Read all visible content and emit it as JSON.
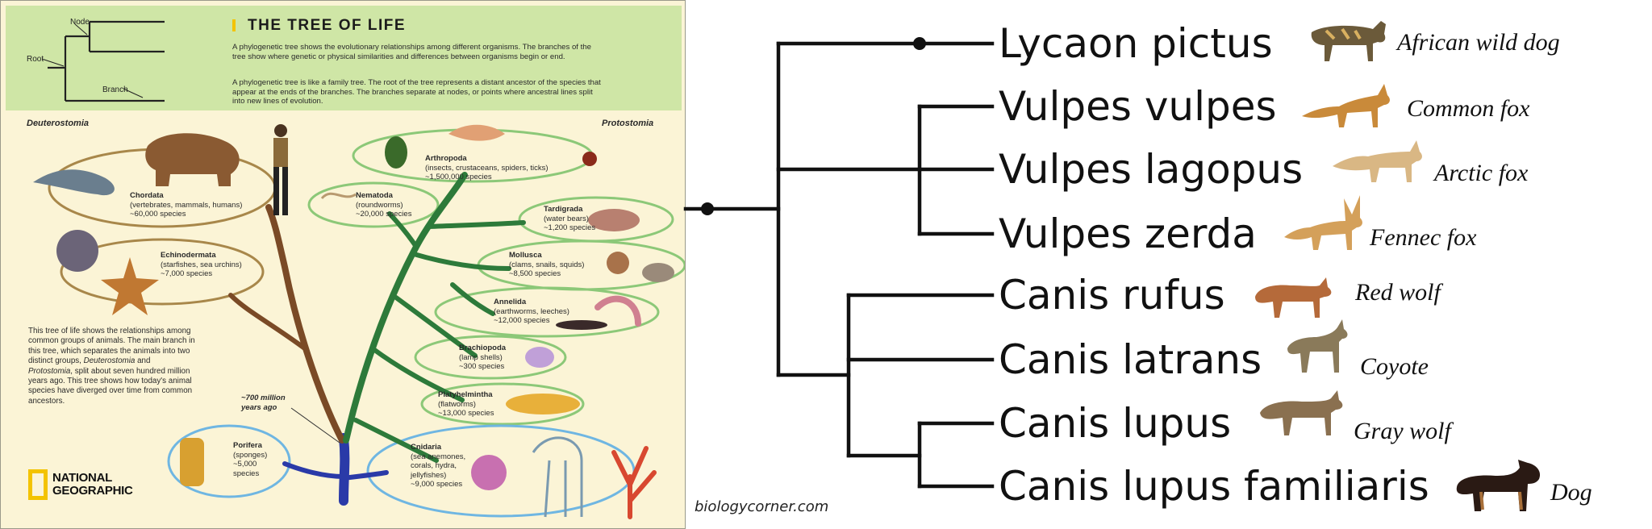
{
  "tree_of_life": {
    "title": "THE TREE OF LIFE",
    "intro_p1": "A phylogenetic tree shows the evolutionary relationships among different organisms. The branches of the tree show where genetic or physical similarities and differences between organisms begin or end.",
    "intro_p2": "A phylogenetic tree is like a family tree. The root of the tree represents a distant ancestor of the species that appear at the ends of the branches. The branches separate at nodes, or points where ancestral lines split into new lines of evolution.",
    "labels": {
      "node": "Node",
      "root": "Root",
      "branch": "Branch"
    },
    "groups": {
      "deuterostomia": "Deuterostomia",
      "protostomia": "Protostomia"
    },
    "clades": {
      "chordata": {
        "name": "Chordata",
        "desc": "(vertebrates, mammals, humans)",
        "species": "~60,000 species"
      },
      "echinodermata": {
        "name": "Echinodermata",
        "desc": "(starfishes, sea urchins)",
        "species": "~7,000 species"
      },
      "arthropoda": {
        "name": "Arthropoda",
        "desc": "(insects, crustaceans, spiders, ticks)",
        "species": "~1,500,000 species"
      },
      "nematoda": {
        "name": "Nematoda",
        "desc": "(roundworms)",
        "species": "~20,000 species"
      },
      "tardigrada": {
        "name": "Tardigrada",
        "desc": "(water bears)",
        "species": "~1,200 species"
      },
      "mollusca": {
        "name": "Mollusca",
        "desc": "(clams, snails, squids)",
        "species": "~8,500 species"
      },
      "annelida": {
        "name": "Annelida",
        "desc": "(earthworms, leeches)",
        "species": "~12,000 species"
      },
      "brachiopoda": {
        "name": "Brachiopoda",
        "desc": "(lamp shells)",
        "species": "~300 species"
      },
      "platyhelmintha": {
        "name": "Platyhelmintha",
        "desc": "(flatworms)",
        "species": "~13,000 species"
      },
      "porifera": {
        "name": "Porifera",
        "desc": "(sponges)",
        "species": "~5,000",
        "species2": "species"
      },
      "cnidaria": {
        "name": "Cnidaria",
        "desc": "(sea anemones,",
        "desc2": "corals, hydra,",
        "desc3": "jellyfishes)",
        "species": "~9,000 species"
      }
    },
    "body_text_1": "This tree of life shows the relationships among common groups of animals. The main branch in this tree, which separates the animals into two distinct groups, ",
    "body_text_em1": "Deuterostomia",
    "body_text_and": " and ",
    "body_text_em2": "Protostomia",
    "body_text_2": ", split about seven hundred million years ago. This tree shows how today's animal species have diverged over time from common ancestors.",
    "age_label": "~700 million years ago",
    "logo_line1": "NATIONAL",
    "logo_line2": "GEOGRAPHIC"
  },
  "credit": "biologycorner.com",
  "canid_tree": {
    "species": [
      {
        "latin": "Lycaon pictus",
        "common": "African wild dog",
        "icon": "african-wild-dog-icon"
      },
      {
        "latin": "Vulpes vulpes",
        "common": "Common fox",
        "icon": "common-fox-icon"
      },
      {
        "latin": "Vulpes lagopus",
        "common": "Arctic fox",
        "icon": "arctic-fox-icon"
      },
      {
        "latin": "Vulpes zerda",
        "common": "Fennec fox",
        "icon": "fennec-fox-icon"
      },
      {
        "latin": "Canis rufus",
        "common": "Red wolf",
        "icon": "red-wolf-icon"
      },
      {
        "latin": "Canis latrans",
        "common": "Coyote",
        "icon": "coyote-icon"
      },
      {
        "latin": "Canis lupus",
        "common": "Gray wolf",
        "icon": "gray-wolf-icon"
      },
      {
        "latin": "Canis lupus familiaris",
        "common": "Dog",
        "icon": "dog-icon"
      }
    ]
  },
  "colors": {
    "chordate_branch": "#7a4a26",
    "protostome_branch": "#2d7a3a",
    "root_branch": "#2a3aa8",
    "oval_brown": "#a8874a",
    "oval_green": "#8cc878",
    "oval_blue": "#6fb6e2",
    "header_bg": "#cfe6a6",
    "ng_yellow": "#f3c300"
  }
}
